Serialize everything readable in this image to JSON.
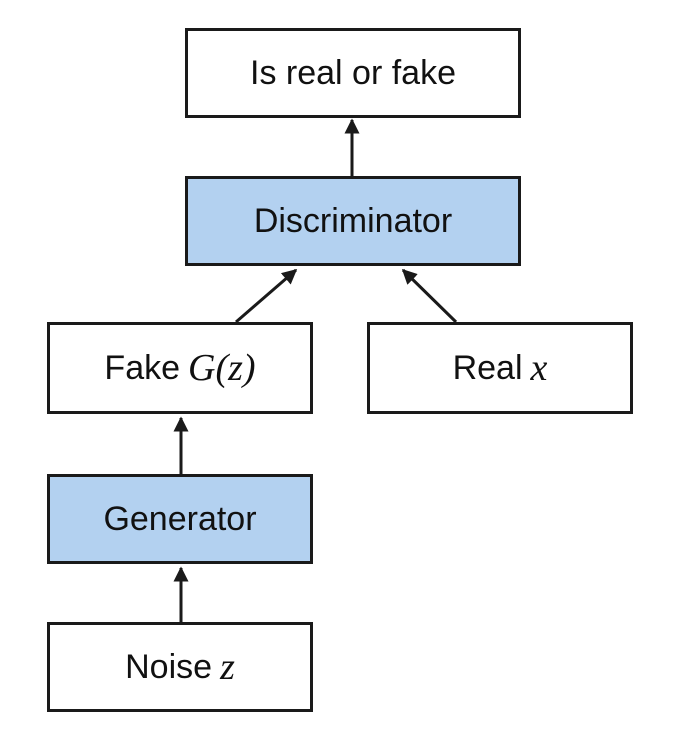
{
  "diagram": {
    "output_node": {
      "label": "Is real or fake"
    },
    "discriminator_node": {
      "label": "Discriminator"
    },
    "fake_node": {
      "label": "Fake",
      "math": "G(z)"
    },
    "real_node": {
      "label": "Real",
      "math": "x"
    },
    "generator_node": {
      "label": "Generator"
    },
    "noise_node": {
      "label": "Noise",
      "math": "z"
    },
    "edges": [
      {
        "from": "noise",
        "to": "generator"
      },
      {
        "from": "generator",
        "to": "fake"
      },
      {
        "from": "fake",
        "to": "discriminator"
      },
      {
        "from": "real",
        "to": "discriminator"
      },
      {
        "from": "discriminator",
        "to": "output"
      }
    ],
    "colors": {
      "model_fill": "#b3d1f0",
      "stroke": "#1a1a1a",
      "data_fill": "#ffffff"
    }
  }
}
